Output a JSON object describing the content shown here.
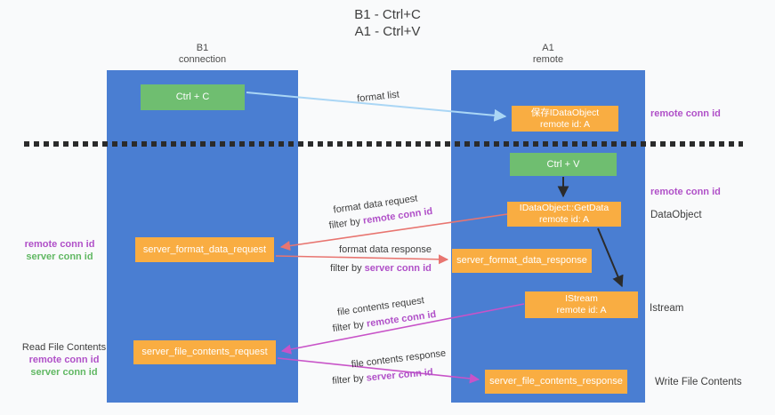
{
  "colors": {
    "background": "#f9fafb",
    "column_blue": "#4a7ed2",
    "node_green": "#6fbe70",
    "node_orange": "#f9ad42",
    "arrow_lightblue": "#aad6f5",
    "arrow_black": "#2b2b2b",
    "arrow_salmon": "#e87570",
    "arrow_magenta": "#c853c8",
    "text_purple": "#b050c8",
    "text_green": "#61b863"
  },
  "title": {
    "line1": "B1 - Ctrl+C",
    "line2": "A1 - Ctrl+V"
  },
  "columns": {
    "left": {
      "name": "B1",
      "role": "connection"
    },
    "right": {
      "name": "A1",
      "role": "remote"
    }
  },
  "nodes": {
    "ctrl_c": "Ctrl + C",
    "ctrl_v": "Ctrl + V",
    "save_dataobject": {
      "line1": "保存IDataObject",
      "line2": "remote id: A"
    },
    "getdata": {
      "line1": "IDataObject::GetData",
      "line2": "remote id: A"
    },
    "istream": {
      "line1": "IStream",
      "line2": "remote id: A"
    },
    "format_request": "server_format_data_request",
    "format_response": "server_format_data_response",
    "file_request": "server_file_contents_request",
    "file_response": "server_file_contents_response"
  },
  "labels": {
    "format_list": "format list",
    "format_data_request": "format data request",
    "format_data_response": "format data response",
    "file_contents_request": "file contents request",
    "file_contents_response": "file contents response",
    "filter_by": "filter by",
    "remote_conn_id": "remote conn id",
    "server_conn_id": "server conn id",
    "read_file_contents": "Read File Contents",
    "write_file_contents": "Write File Contents",
    "dataobject": "DataObject",
    "istream_annotation": "Istream"
  }
}
